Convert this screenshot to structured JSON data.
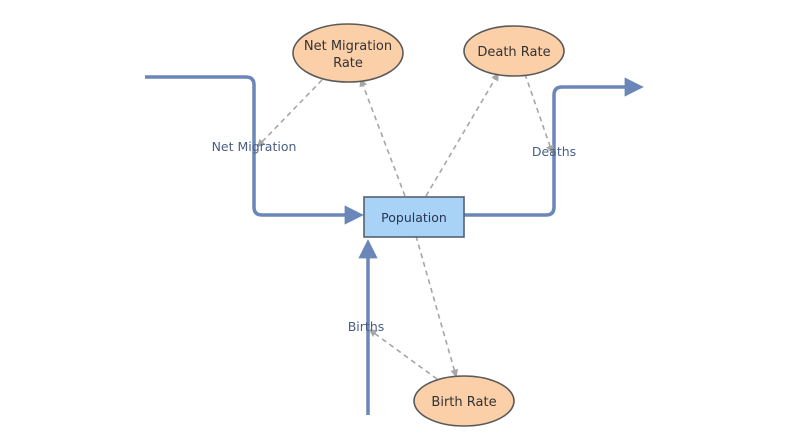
{
  "diagram": {
    "stock": {
      "label": "Population"
    },
    "auxiliaries": {
      "net_migration_rate": {
        "line1": "Net Migration",
        "line2": "Rate"
      },
      "death_rate": {
        "label": "Death Rate"
      },
      "birth_rate": {
        "label": "Birth Rate"
      }
    },
    "flows": {
      "net_migration": {
        "label": "Net Migration"
      },
      "deaths": {
        "label": "Deaths"
      },
      "births": {
        "label": "Births"
      }
    },
    "colors": {
      "flow": "#6b86b8",
      "link": "#a6a6a6",
      "stock_fill": "#a8d3f7",
      "stock_stroke": "#556070",
      "aux_fill": "#fbcfa8",
      "aux_stroke": "#5a5a5a"
    }
  }
}
